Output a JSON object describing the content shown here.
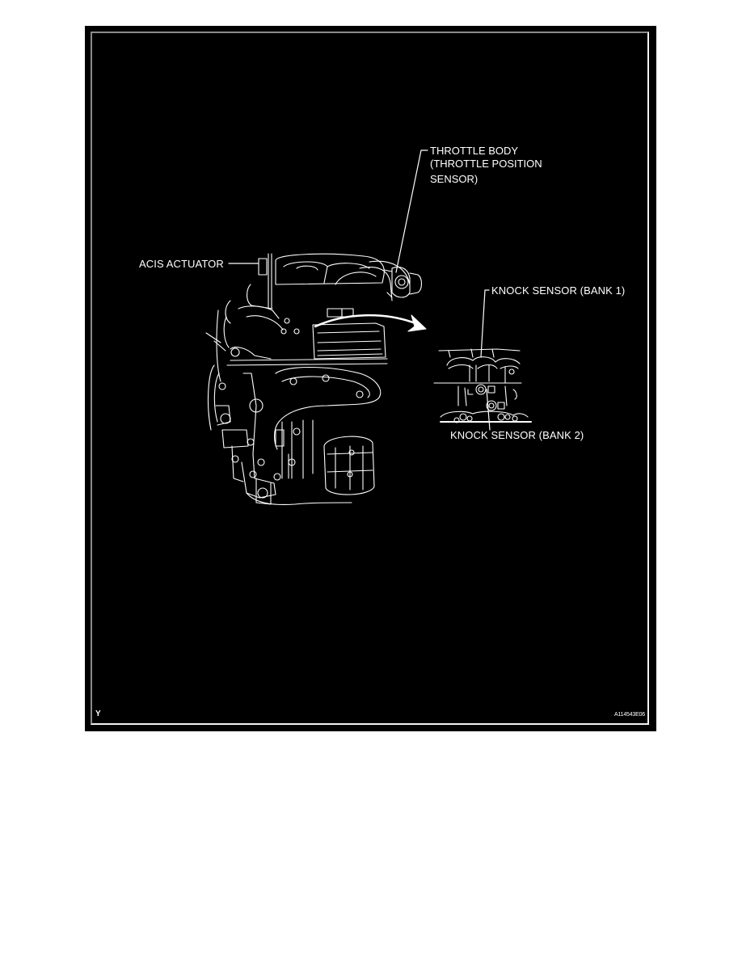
{
  "figure": {
    "background_color": "#000000",
    "line_color": "#ffffff",
    "labels": {
      "throttle_body": [
        "THROTTLE BODY",
        "(THROTTLE POSITION",
        "SENSOR)"
      ],
      "acis_actuator": "ACIS ACTUATOR",
      "knock_sensor_bank1": "KNOCK SENSOR (BANK 1)",
      "knock_sensor_bank2": "KNOCK SENSOR (BANK 2)"
    },
    "corner_letter": "Y",
    "illustration_code": "A114543E06"
  }
}
